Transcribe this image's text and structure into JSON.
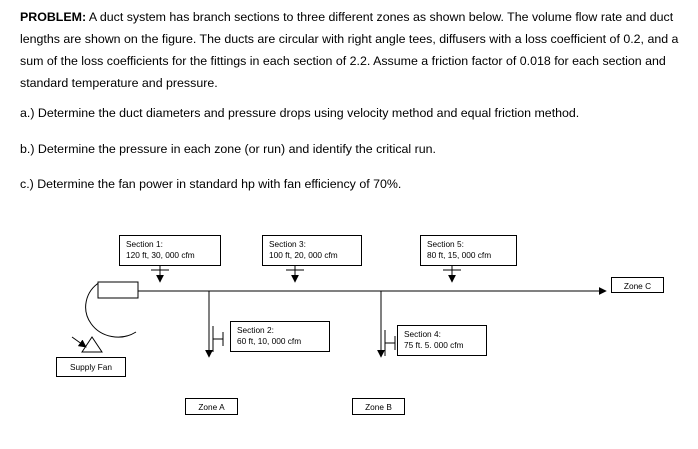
{
  "problem": {
    "lead": "PROBLEM:",
    "body": " A duct system has branch sections to three different zones as shown below. The volume flow rate and duct lengths are shown on the figure. The ducts are circular with right angle tees, diffusers with a loss coefficient of 0.2, and a sum of the loss coefficients for the fittings in each section of 2.2. Assume a friction factor of 0.018 for each section and standard temperature and pressure."
  },
  "questions": {
    "a": "a.) Determine the duct diameters and pressure drops using velocity method and equal friction method.",
    "b": "b.) Determine the pressure in each zone (or run) and identify the critical run.",
    "c": "c.) Determine the fan power in standard hp with fan efficiency of 70%."
  },
  "sections": {
    "s1": {
      "name": "Section 1:",
      "spec": "120 ft, 30, 000 cfm"
    },
    "s2": {
      "name": "Section 2:",
      "spec": "60 ft, 10, 000 cfm"
    },
    "s3": {
      "name": "Section 3:",
      "spec": "100 ft, 20, 000 cfm"
    },
    "s4": {
      "name": "Section 4:",
      "spec": "75 ft. 5. 000 cfm"
    },
    "s5": {
      "name": "Section 5:",
      "spec": "80 ft, 15, 000 cfm"
    }
  },
  "zones": {
    "a": "Zone A",
    "b": "Zone B",
    "c": "Zone C"
  },
  "fan": {
    "label": "Supply Fan"
  }
}
